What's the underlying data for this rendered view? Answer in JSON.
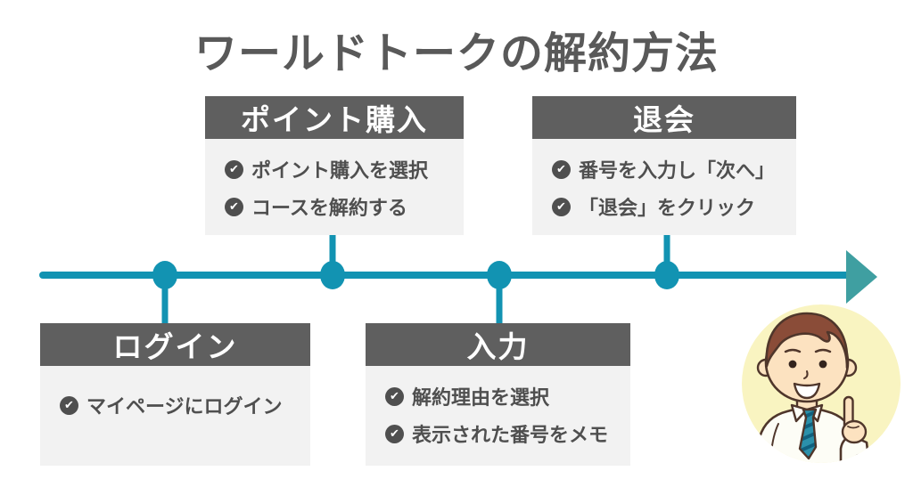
{
  "title": "ワールドトークの解約方法",
  "icons": {
    "check": "✔"
  },
  "steps": [
    {
      "label": "ログイン",
      "items": [
        "マイページにログイン"
      ]
    },
    {
      "label": "ポイント購入",
      "items": [
        "ポイント購入を選択",
        "コースを解約する"
      ]
    },
    {
      "label": "入力",
      "items": [
        "解約理由を選択",
        "表示された番号をメモ"
      ]
    },
    {
      "label": "退会",
      "items": [
        "番号を入力し「次へ」",
        "「退会」をクリック"
      ]
    }
  ],
  "timeline": {
    "direction": "left-to-right",
    "marker_count": 4
  },
  "colors": {
    "title_text": "#595959",
    "step_header_bg": "#5f5f5f",
    "step_header_text": "#ffffff",
    "step_body_bg": "#f2f2f2",
    "step_body_text": "#4f4f4f",
    "check_icon_bg": "#4f4f4f",
    "timeline_line": "#1293b2",
    "arrowhead": "#3f9fa1",
    "avatar_circle_bg": "#f9f4c1"
  },
  "illustration": {
    "name": "pointing-man"
  }
}
